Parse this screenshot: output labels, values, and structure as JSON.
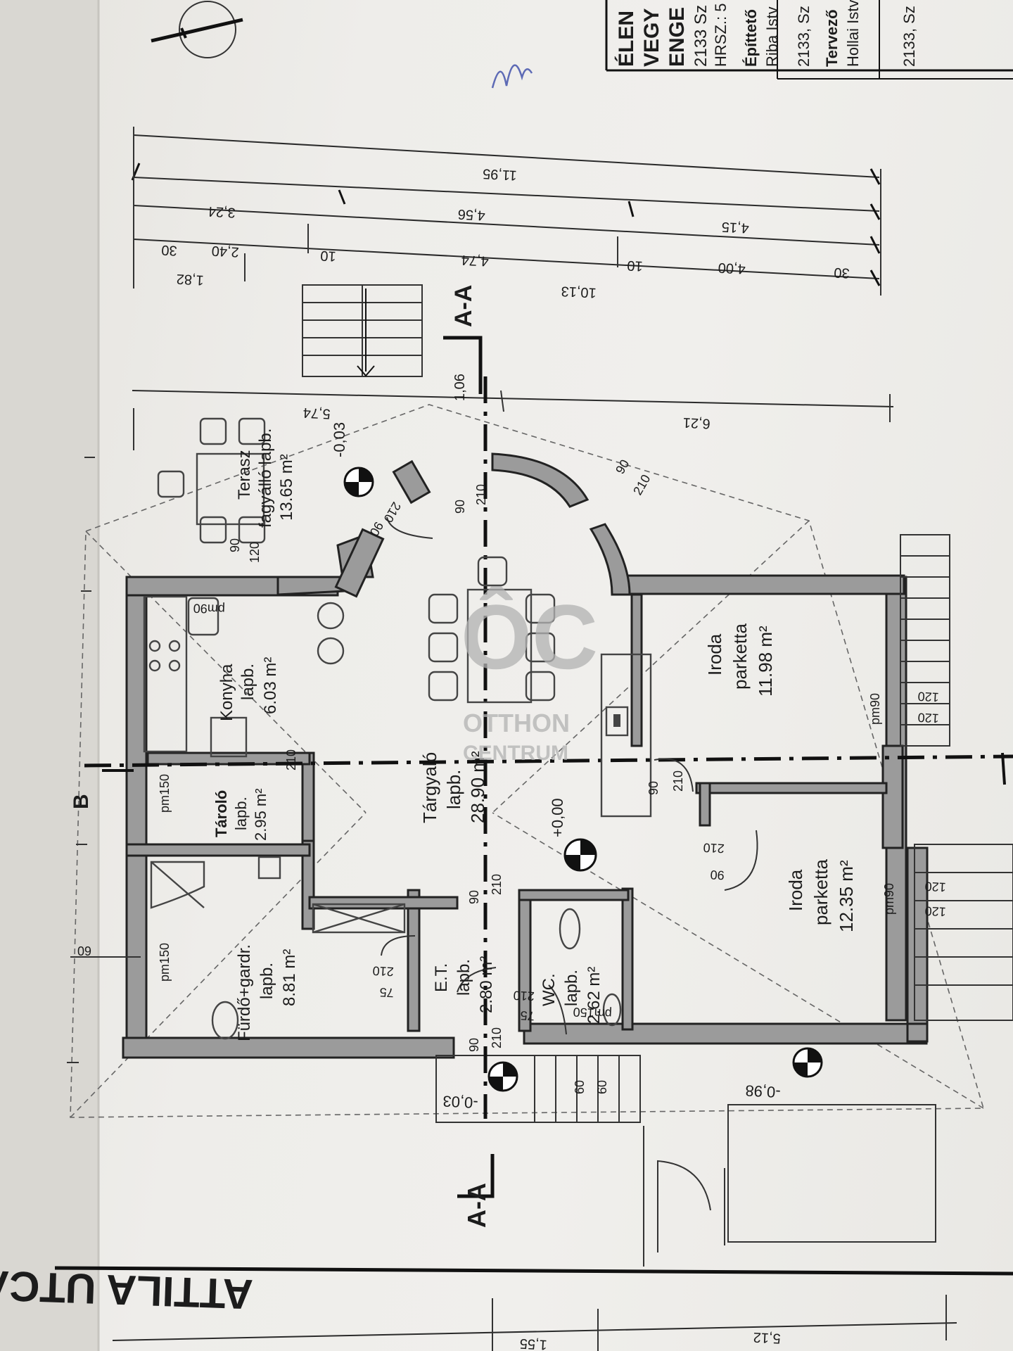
{
  "title_block": {
    "line1": "ÉLEN",
    "line2": "VEGY",
    "line3": "ENGE",
    "line4": "2133 Sz",
    "line5": "HRSZ.: 5",
    "builder_label": "Építtető",
    "builder_name": "Riba Istv",
    "builder_city": "2133, Sz",
    "designer_label": "Tervező",
    "designer_name": "Hollai Istv",
    "designer_city": "2133, Sz"
  },
  "street": "ATTILA UTCA",
  "section_marks": {
    "top": "A-A",
    "bottom": "A-A",
    "side": "B"
  },
  "rooms": [
    {
      "id": "terasz",
      "name": "Terasz",
      "floor": "fagyálló lapb.",
      "area": "13.65 m²"
    },
    {
      "id": "konyha",
      "name": "Konyha",
      "floor": "lapb.",
      "area": "6.03 m²"
    },
    {
      "id": "tarolo",
      "name": "Tároló",
      "floor": "lapb.",
      "area": "2.95 m²"
    },
    {
      "id": "furdo",
      "name": "Fürdő+gardr.",
      "floor": "lapb.",
      "area": "8.81 m²"
    },
    {
      "id": "targyalo",
      "name": "Tárgyaló",
      "floor": "lapb.",
      "area": "28.90 m²"
    },
    {
      "id": "et",
      "name": "E.T.",
      "floor": "lapb.",
      "area": "2.80 m²"
    },
    {
      "id": "wc",
      "name": "WC.",
      "floor": "lapb.",
      "area": "2.62 m²"
    },
    {
      "id": "iroda1",
      "name": "Iroda",
      "floor": "parketta",
      "area": "11.98 m²"
    },
    {
      "id": "iroda2",
      "name": "Iroda",
      "floor": "parketta",
      "area": "12.35 m²"
    }
  ],
  "levels": {
    "zero": "+0,00",
    "terrace": "-0,03",
    "entrance": "-0,03",
    "yard": "-0,98"
  },
  "top_dimensions": {
    "overall": "11,95",
    "row2": [
      "3,24",
      "4,56",
      "4,15"
    ],
    "row3": [
      "30",
      "2,40",
      "10",
      "4,74",
      "10",
      "4,00",
      "30"
    ],
    "row4": [
      "1,82",
      "10,13"
    ]
  },
  "left_dimensions": {
    "a": "5,74",
    "b": "6,21",
    "c": "1,06"
  },
  "bottom_dimensions": [
    "1,55",
    "5,12"
  ],
  "openings": [
    "90",
    "210",
    "120",
    "75",
    "60",
    "pm90",
    "pm150"
  ],
  "watermark": {
    "mark": "ÔC",
    "line1": "OTTHON",
    "line2": "CENTRUM"
  }
}
